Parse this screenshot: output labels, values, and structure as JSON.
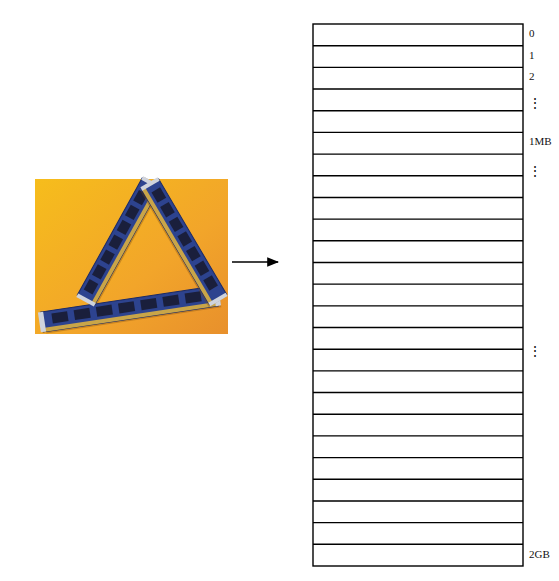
{
  "diagram": {
    "labels": [
      "0",
      "1",
      "2",
      "⋮",
      "1MB",
      "⋮",
      "⋮",
      "2GB"
    ]
  }
}
